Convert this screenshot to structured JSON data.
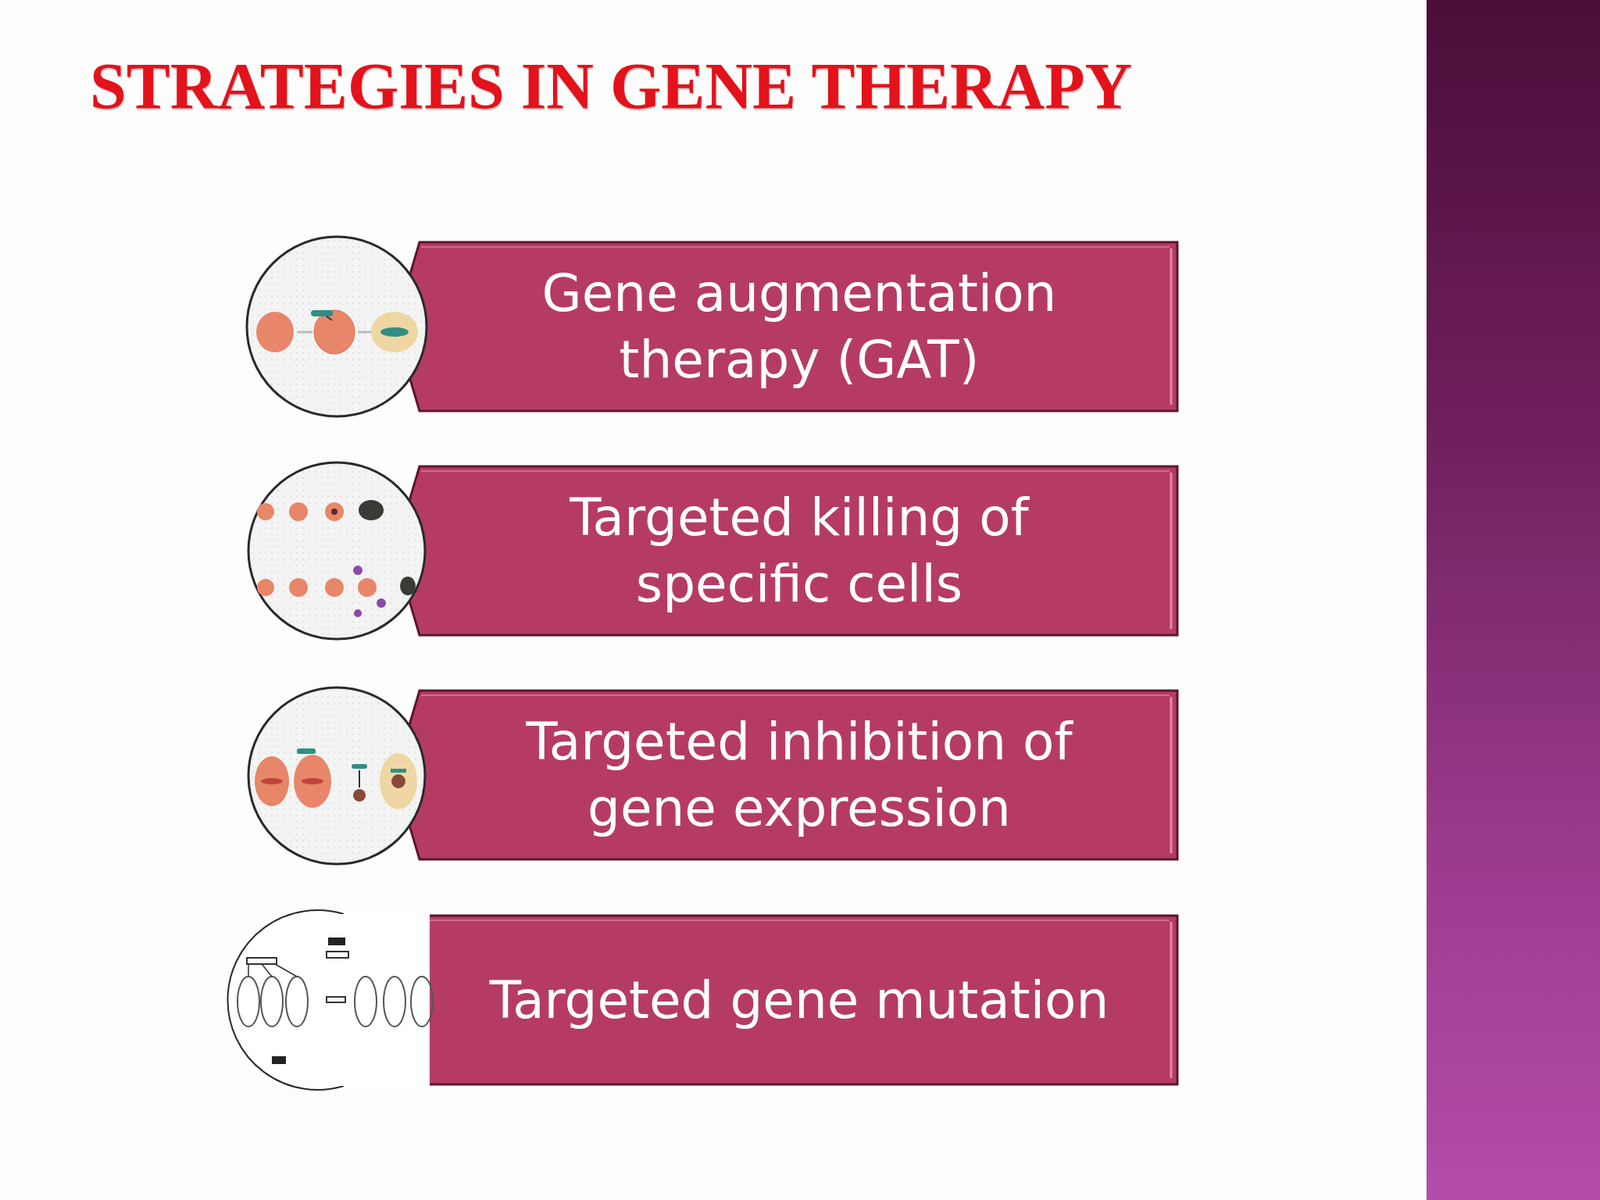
{
  "diagram": {
    "title": "STRATEGIES IN GENE THERAPY",
    "nodes": [
      {
        "text": [
          "Gene augmentation therapy (GAT)"
        ]
      },
      {
        "text": [
          "Targeted killing of specific cells"
        ]
      },
      {
        "text": [
          "Targeted inhibition of gene expression"
        ]
      },
      {
        "text": [
          "Targeted gene mutation"
        ]
      }
    ]
  }
}
